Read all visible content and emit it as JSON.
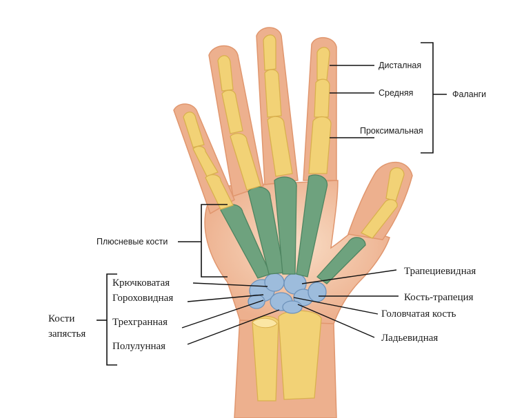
{
  "labels": {
    "distal": "Дисталная",
    "middle": "Средняя",
    "proximal": "Проксимальная",
    "phalanges": "Фаланги",
    "metacarpals": "Плюсневые кости",
    "hamate": "Крючковатая",
    "pisiform": "Гороховидная",
    "triquetral": "Трехгранная",
    "lunate": "Полулунная",
    "carpal_line1": "Кости",
    "carpal_line2": "запястья",
    "trapezoid": "Трапециевидная",
    "trapezium": "Кость-трапеция",
    "capitate": "Головчатая кость",
    "scaphoid": "Ладьевидная"
  },
  "colors": {
    "skin": "#edb08e",
    "skin_outline": "#e0966e",
    "palm_highlight": "#f6d4b8",
    "phalanx_bone": "#f2d276",
    "metacarpal_bone": "#6ea27e",
    "carpal_bone": "#9dbcdc"
  }
}
